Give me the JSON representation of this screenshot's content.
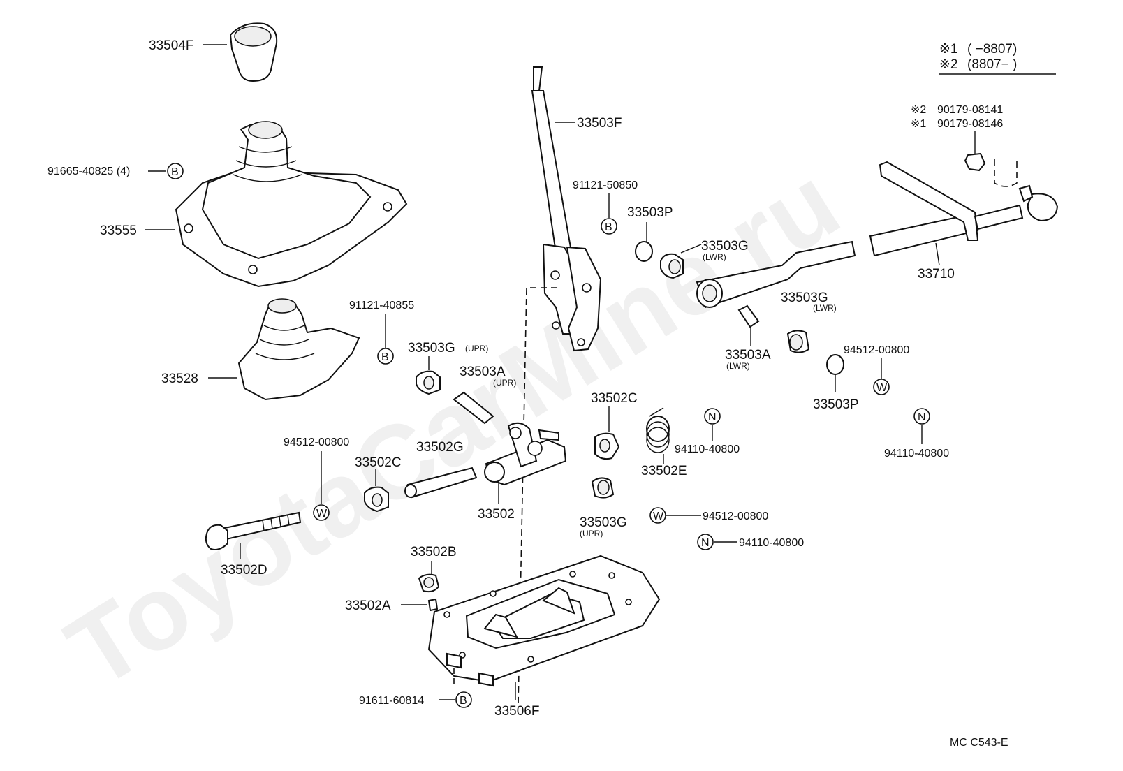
{
  "watermark": "ToyotaCarMine.ru",
  "legend": {
    "row1_mark": "※1",
    "row1_text": "(        −8807)",
    "row2_mark": "※2",
    "row2_text": "(8807−        )"
  },
  "parts": {
    "p33504F": "33504F",
    "p91665": "91665-40825 (4)",
    "p33555": "33555",
    "p33528": "33528",
    "p91121_40855": "91121-40855",
    "p33503F": "33503F",
    "p91121_50850": "91121-50850",
    "p33503P_top": "33503P",
    "p33503G_lwr1": "33503G",
    "p33503G_lwr1_sub": "(LWR)",
    "p33503G_lwr2": "33503G",
    "p33503G_lwr2_sub": "(LWR)",
    "p33503A_lwr": "33503A",
    "p33503A_lwr_sub": "(LWR)",
    "p33710": "33710",
    "p90179_08141": "90179-08141",
    "p90179_08146": "90179-08146",
    "mark2": "※2",
    "mark1": "※1",
    "p94512_top": "94512-00800",
    "p33503P_mid": "33503P",
    "p94110_right": "94110-40800",
    "p33503G_upr1": "33503G",
    "p33503G_upr1_sub": "(UPR)",
    "p33503A_upr": "33503A",
    "p33503A_upr_sub": "(UPR)",
    "p33502C_right": "33502C",
    "p94110_mid": "94110-40800",
    "p33502E": "33502E",
    "p94512_left": "94512-00800",
    "p33502C_left": "33502C",
    "p33502G": "33502G",
    "p33502": "33502",
    "p33503G_upr2": "33503G",
    "p33503G_upr2_sub": "(UPR)",
    "p94512_bot": "94512-00800",
    "p94110_bot": "94110-40800",
    "p33502D": "33502D",
    "p33502B": "33502B",
    "p33502A": "33502A",
    "p91611": "91611-60814",
    "p33506F": "33506F",
    "code": "MC  C543-E"
  },
  "symbols": {
    "B": "B",
    "W": "W",
    "N": "N"
  }
}
